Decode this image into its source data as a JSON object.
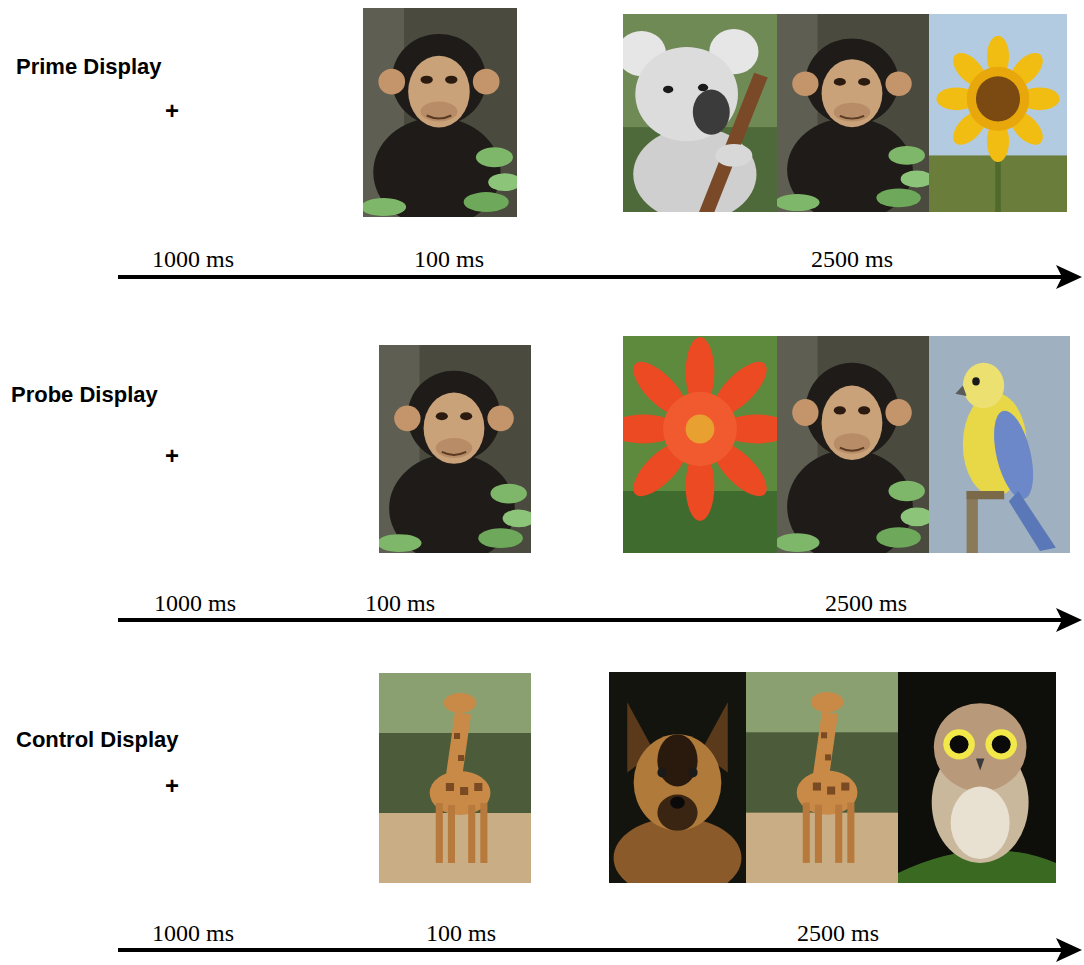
{
  "diagram": {
    "labels": [
      "Prime Display",
      "+",
      "1000 ms",
      "100 ms",
      "2500 ms",
      "Probe Display",
      "+",
      "1000 ms",
      "100 ms",
      "2500 ms",
      "Control Display",
      "+",
      "1000 ms",
      "100 ms",
      "2500 ms"
    ]
  }
}
